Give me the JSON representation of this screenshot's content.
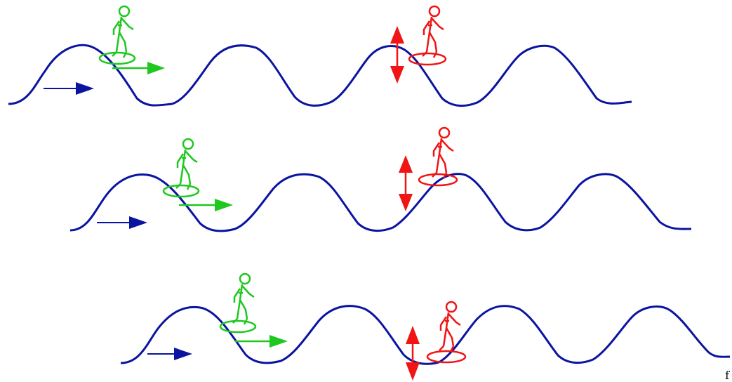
{
  "diagram": {
    "description_colors": {
      "wave": "#0a14a0",
      "wave_arrow": "#0a14a0",
      "surfer_moving": "#1ec81e",
      "surfer_bobbing": "#f01414"
    },
    "panels": [
      {
        "name": "panel-1"
      },
      {
        "name": "panel-2"
      },
      {
        "name": "panel-3"
      }
    ],
    "caption": "f"
  }
}
